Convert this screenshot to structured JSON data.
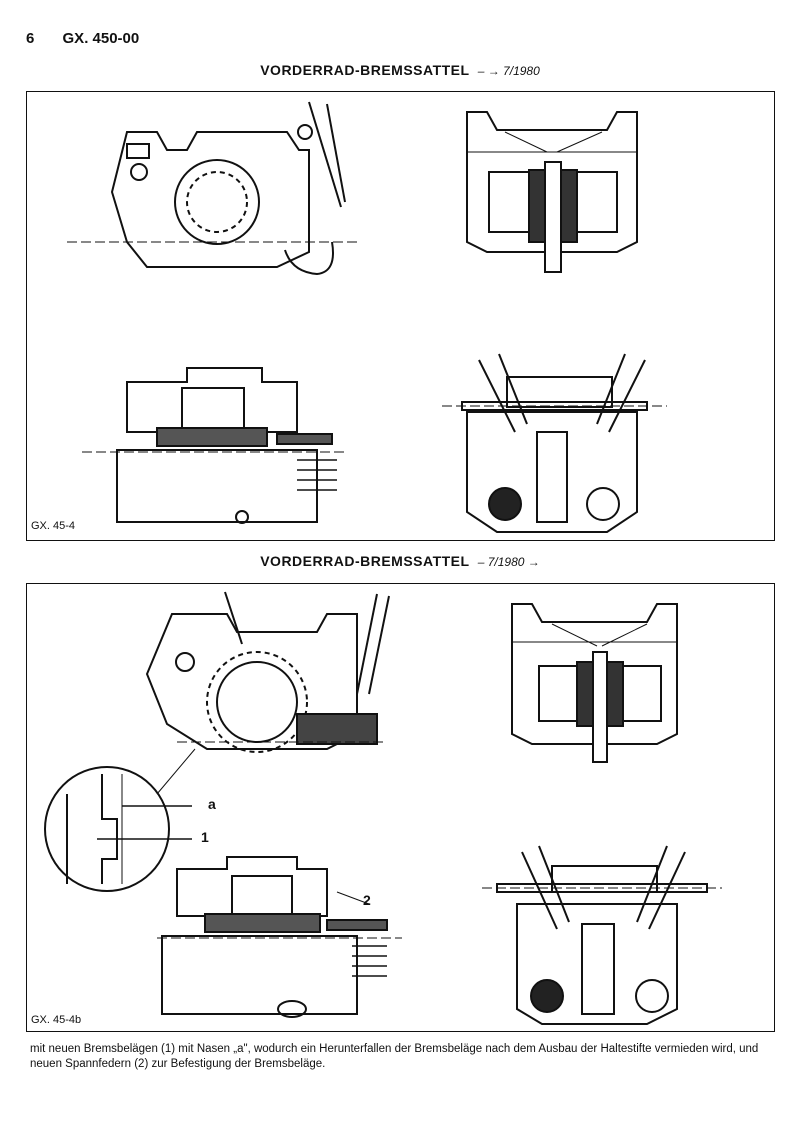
{
  "header": {
    "page_number": "6",
    "doc_code": "GX. 450-00"
  },
  "section1": {
    "title": "VORDERRAD-BREMSSATTEL",
    "range": "– → 7/1980",
    "figure_label": "GX. 45-4"
  },
  "section2": {
    "title": "VORDERRAD-BREMSSATTEL",
    "range": "– 7/1980 →",
    "figure_label": "GX. 45-4b",
    "callouts": {
      "a": "a",
      "one": "1",
      "two": "2"
    }
  },
  "caption": "mit neuen Bremsbelägen (1) mit Nasen „a\", wodurch ein Herunterfallen der Bremsbeläge nach dem Ausbau der Haltestifte vermieden wird, und neuen Spannfedern (2) zur Befestigung der Bremsbeläge."
}
